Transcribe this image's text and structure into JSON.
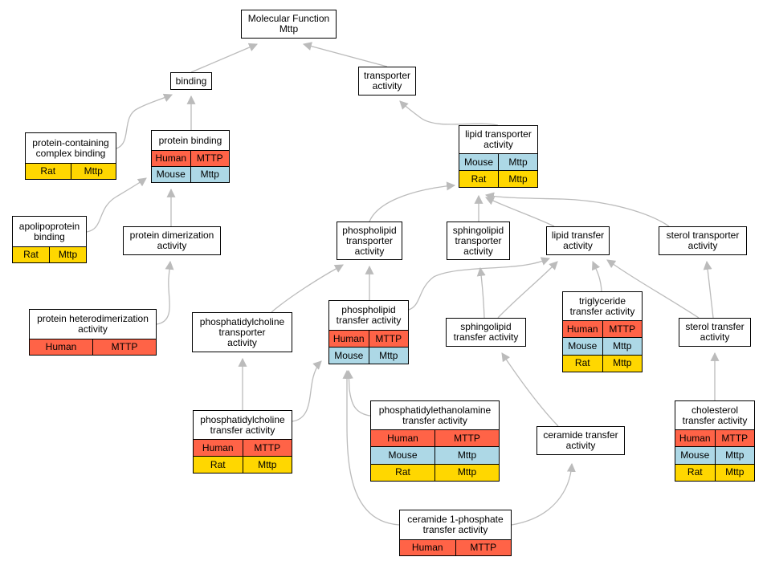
{
  "colors": {
    "Human": "#ff6347",
    "Mouse": "#add8e6",
    "Rat": "#ffd700",
    "edge": "#bbbbbb"
  },
  "nodes": [
    {
      "id": "mf",
      "label": "Molecular Function\nMttp",
      "rows": []
    },
    {
      "id": "binding",
      "label": "binding",
      "rows": []
    },
    {
      "id": "transporter",
      "label": "transporter\nactivity",
      "rows": []
    },
    {
      "id": "pccb",
      "label": "protein-containing\ncomplex binding",
      "rows": [
        {
          "species": "Rat",
          "gene": "Mttp"
        }
      ]
    },
    {
      "id": "protbind",
      "label": "protein binding",
      "rows": [
        {
          "species": "Human",
          "gene": "MTTP"
        },
        {
          "species": "Mouse",
          "gene": "Mttp"
        }
      ]
    },
    {
      "id": "lipidtransporter",
      "label": "lipid transporter\nactivity",
      "rows": [
        {
          "species": "Mouse",
          "gene": "Mttp"
        },
        {
          "species": "Rat",
          "gene": "Mttp"
        }
      ]
    },
    {
      "id": "apob",
      "label": "apolipoprotein\nbinding",
      "rows": [
        {
          "species": "Rat",
          "gene": "Mttp"
        }
      ]
    },
    {
      "id": "protdimer",
      "label": "protein dimerization\nactivity",
      "rows": []
    },
    {
      "id": "plt",
      "label": "phospholipid\ntransporter\nactivity",
      "rows": []
    },
    {
      "id": "slt",
      "label": "sphingolipid\ntransporter\nactivity",
      "rows": []
    },
    {
      "id": "lipidtransfer",
      "label": "lipid transfer\nactivity",
      "rows": []
    },
    {
      "id": "steroltransporter",
      "label": "sterol transporter\nactivity",
      "rows": []
    },
    {
      "id": "heterodimer",
      "label": "protein heterodimerization\nactivity",
      "rows": [
        {
          "species": "Human",
          "gene": "MTTP"
        }
      ]
    },
    {
      "id": "pctransporter",
      "label": "phosphatidylcholine\ntransporter\nactivity",
      "rows": []
    },
    {
      "id": "pltransfer",
      "label": "phospholipid\ntransfer activity",
      "rows": [
        {
          "species": "Human",
          "gene": "MTTP"
        },
        {
          "species": "Mouse",
          "gene": "Mttp"
        }
      ]
    },
    {
      "id": "sltransfer",
      "label": "sphingolipid\ntransfer activity",
      "rows": []
    },
    {
      "id": "tgtransfer",
      "label": "triglyceride\ntransfer activity",
      "rows": [
        {
          "species": "Human",
          "gene": "MTTP"
        },
        {
          "species": "Mouse",
          "gene": "Mttp"
        },
        {
          "species": "Rat",
          "gene": "Mttp"
        }
      ]
    },
    {
      "id": "steroltransfer",
      "label": "sterol transfer\nactivity",
      "rows": []
    },
    {
      "id": "petransfer",
      "label": "phosphatidylethanolamine\ntransfer activity",
      "rows": [
        {
          "species": "Human",
          "gene": "MTTP"
        },
        {
          "species": "Mouse",
          "gene": "Mttp"
        },
        {
          "species": "Rat",
          "gene": "Mttp"
        }
      ]
    },
    {
      "id": "pctransfer",
      "label": "phosphatidylcholine\ntransfer activity",
      "rows": [
        {
          "species": "Human",
          "gene": "MTTP"
        },
        {
          "species": "Rat",
          "gene": "Mttp"
        }
      ]
    },
    {
      "id": "certransfer",
      "label": "ceramide transfer\nactivity",
      "rows": []
    },
    {
      "id": "choltransfer",
      "label": "cholesterol\ntransfer activity",
      "rows": [
        {
          "species": "Human",
          "gene": "MTTP"
        },
        {
          "species": "Mouse",
          "gene": "Mttp"
        },
        {
          "species": "Rat",
          "gene": "Mttp"
        }
      ]
    },
    {
      "id": "c1ptransfer",
      "label": "ceramide 1-phosphate\ntransfer activity",
      "rows": [
        {
          "species": "Human",
          "gene": "MTTP"
        }
      ]
    }
  ],
  "edges": [
    {
      "from": "binding",
      "to": "mf"
    },
    {
      "from": "transporter",
      "to": "mf"
    },
    {
      "from": "pccb",
      "to": "binding"
    },
    {
      "from": "protbind",
      "to": "binding"
    },
    {
      "from": "lipidtransporter",
      "to": "transporter"
    },
    {
      "from": "apob",
      "to": "protbind"
    },
    {
      "from": "protdimer",
      "to": "protbind"
    },
    {
      "from": "heterodimer",
      "to": "protdimer"
    },
    {
      "from": "plt",
      "to": "lipidtransporter"
    },
    {
      "from": "slt",
      "to": "lipidtransporter"
    },
    {
      "from": "lipidtransfer",
      "to": "lipidtransporter"
    },
    {
      "from": "steroltransporter",
      "to": "lipidtransporter"
    },
    {
      "from": "pctransporter",
      "to": "plt"
    },
    {
      "from": "pltransfer",
      "to": "plt"
    },
    {
      "from": "pltransfer",
      "to": "lipidtransfer"
    },
    {
      "from": "sltransfer",
      "to": "slt"
    },
    {
      "from": "sltransfer",
      "to": "lipidtransfer"
    },
    {
      "from": "tgtransfer",
      "to": "lipidtransfer"
    },
    {
      "from": "steroltransfer",
      "to": "lipidtransfer"
    },
    {
      "from": "steroltransfer",
      "to": "steroltransporter"
    },
    {
      "from": "pctransfer",
      "to": "pctransporter"
    },
    {
      "from": "pctransfer",
      "to": "pltransfer"
    },
    {
      "from": "petransfer",
      "to": "pltransfer"
    },
    {
      "from": "c1ptransfer",
      "to": "pltransfer"
    },
    {
      "from": "c1ptransfer",
      "to": "certransfer"
    },
    {
      "from": "certransfer",
      "to": "sltransfer"
    },
    {
      "from": "choltransfer",
      "to": "steroltransfer"
    }
  ]
}
